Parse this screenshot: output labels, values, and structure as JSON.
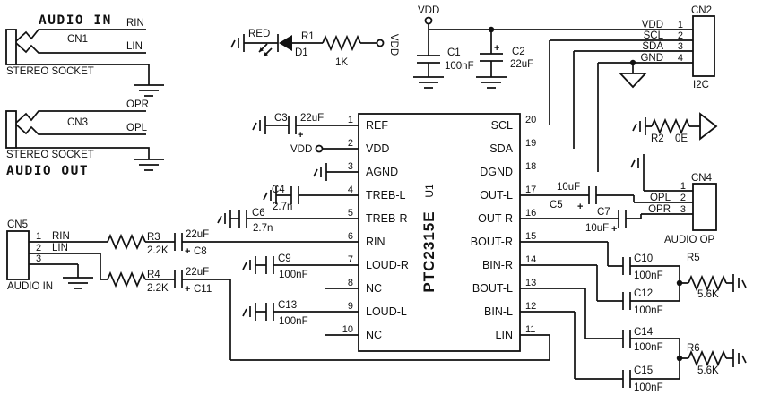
{
  "titles": {
    "audio_in": "AUDIO IN",
    "audio_out": "AUDIO OUT"
  },
  "sockets": {
    "cn1": {
      "ref": "CN1",
      "caption": "STEREO SOCKET",
      "net_top": "RIN",
      "net_bottom": "LIN"
    },
    "cn3": {
      "ref": "CN3",
      "caption": "STEREO SOCKET",
      "net_top": "OPR",
      "net_bottom": "OPL"
    }
  },
  "headers": {
    "cn2": {
      "ref": "CN2",
      "caption": "I2C",
      "pins": [
        {
          "num": "1",
          "net": "VDD"
        },
        {
          "num": "2",
          "net": "SCL"
        },
        {
          "num": "3",
          "net": "SDA"
        },
        {
          "num": "4",
          "net": "GND"
        }
      ]
    },
    "cn4": {
      "ref": "CN4",
      "caption": "AUDIO OP",
      "pins": [
        {
          "num": "1",
          "net": ""
        },
        {
          "num": "2",
          "net": "OPL"
        },
        {
          "num": "3",
          "net": "OPR"
        }
      ]
    },
    "cn5": {
      "ref": "CN5",
      "caption": "AUDIO IN",
      "pins": [
        {
          "num": "1",
          "net": "RIN"
        },
        {
          "num": "2",
          "net": "LIN"
        },
        {
          "num": "3",
          "net": ""
        }
      ]
    }
  },
  "ic": {
    "ref": "U1",
    "part": "PTC2315E",
    "left_pins": [
      {
        "num": "1",
        "name": "REF"
      },
      {
        "num": "2",
        "name": "VDD"
      },
      {
        "num": "3",
        "name": "AGND"
      },
      {
        "num": "4",
        "name": "TREB-L"
      },
      {
        "num": "5",
        "name": "TREB-R"
      },
      {
        "num": "6",
        "name": "RIN"
      },
      {
        "num": "7",
        "name": "LOUD-R"
      },
      {
        "num": "8",
        "name": "NC"
      },
      {
        "num": "9",
        "name": "LOUD-L"
      },
      {
        "num": "10",
        "name": "NC"
      }
    ],
    "right_pins": [
      {
        "num": "20",
        "name": "SCL"
      },
      {
        "num": "19",
        "name": "SDA"
      },
      {
        "num": "18",
        "name": "DGND"
      },
      {
        "num": "17",
        "name": "OUT-L"
      },
      {
        "num": "16",
        "name": "OUT-R"
      },
      {
        "num": "15",
        "name": "BOUT-R"
      },
      {
        "num": "14",
        "name": "BIN-R"
      },
      {
        "num": "13",
        "name": "BOUT-L"
      },
      {
        "num": "12",
        "name": "BIN-L"
      },
      {
        "num": "11",
        "name": "LIN"
      }
    ]
  },
  "components": {
    "d1": {
      "ref": "D1",
      "color": "RED"
    },
    "r1": {
      "ref": "R1",
      "value": "1K"
    },
    "r2": {
      "ref": "R2",
      "value": "0E"
    },
    "r3": {
      "ref": "R3",
      "value": "2.2K"
    },
    "r4": {
      "ref": "R4",
      "value": "2.2K"
    },
    "r5": {
      "ref": "R5",
      "value": "5.6K"
    },
    "r6": {
      "ref": "R6",
      "value": "5.6K"
    },
    "c1": {
      "ref": "C1",
      "value": "100nF"
    },
    "c2": {
      "ref": "C2",
      "value": "22uF"
    },
    "c3": {
      "ref": "C3",
      "value": "22uF"
    },
    "c4": {
      "ref": "C4",
      "value": "2.7n"
    },
    "c5": {
      "ref": "C5",
      "value": "10uF"
    },
    "c6": {
      "ref": "C6",
      "value": "2.7n"
    },
    "c7": {
      "ref": "C7",
      "value": "10uF"
    },
    "c8": {
      "ref": "C8",
      "value": "22uF"
    },
    "c9": {
      "ref": "C9",
      "value": "100nF"
    },
    "c10": {
      "ref": "C10",
      "value": "100nF"
    },
    "c11": {
      "ref": "C11",
      "value": "22uF"
    },
    "c12": {
      "ref": "C12",
      "value": "100nF"
    },
    "c13": {
      "ref": "C13",
      "value": "100nF"
    },
    "c14": {
      "ref": "C14",
      "value": "100nF"
    },
    "c15": {
      "ref": "C15",
      "value": "100nF"
    }
  },
  "power": {
    "vdd": "VDD",
    "plus": "+"
  },
  "colors": {
    "wire": "#111111",
    "background": "#ffffff"
  }
}
